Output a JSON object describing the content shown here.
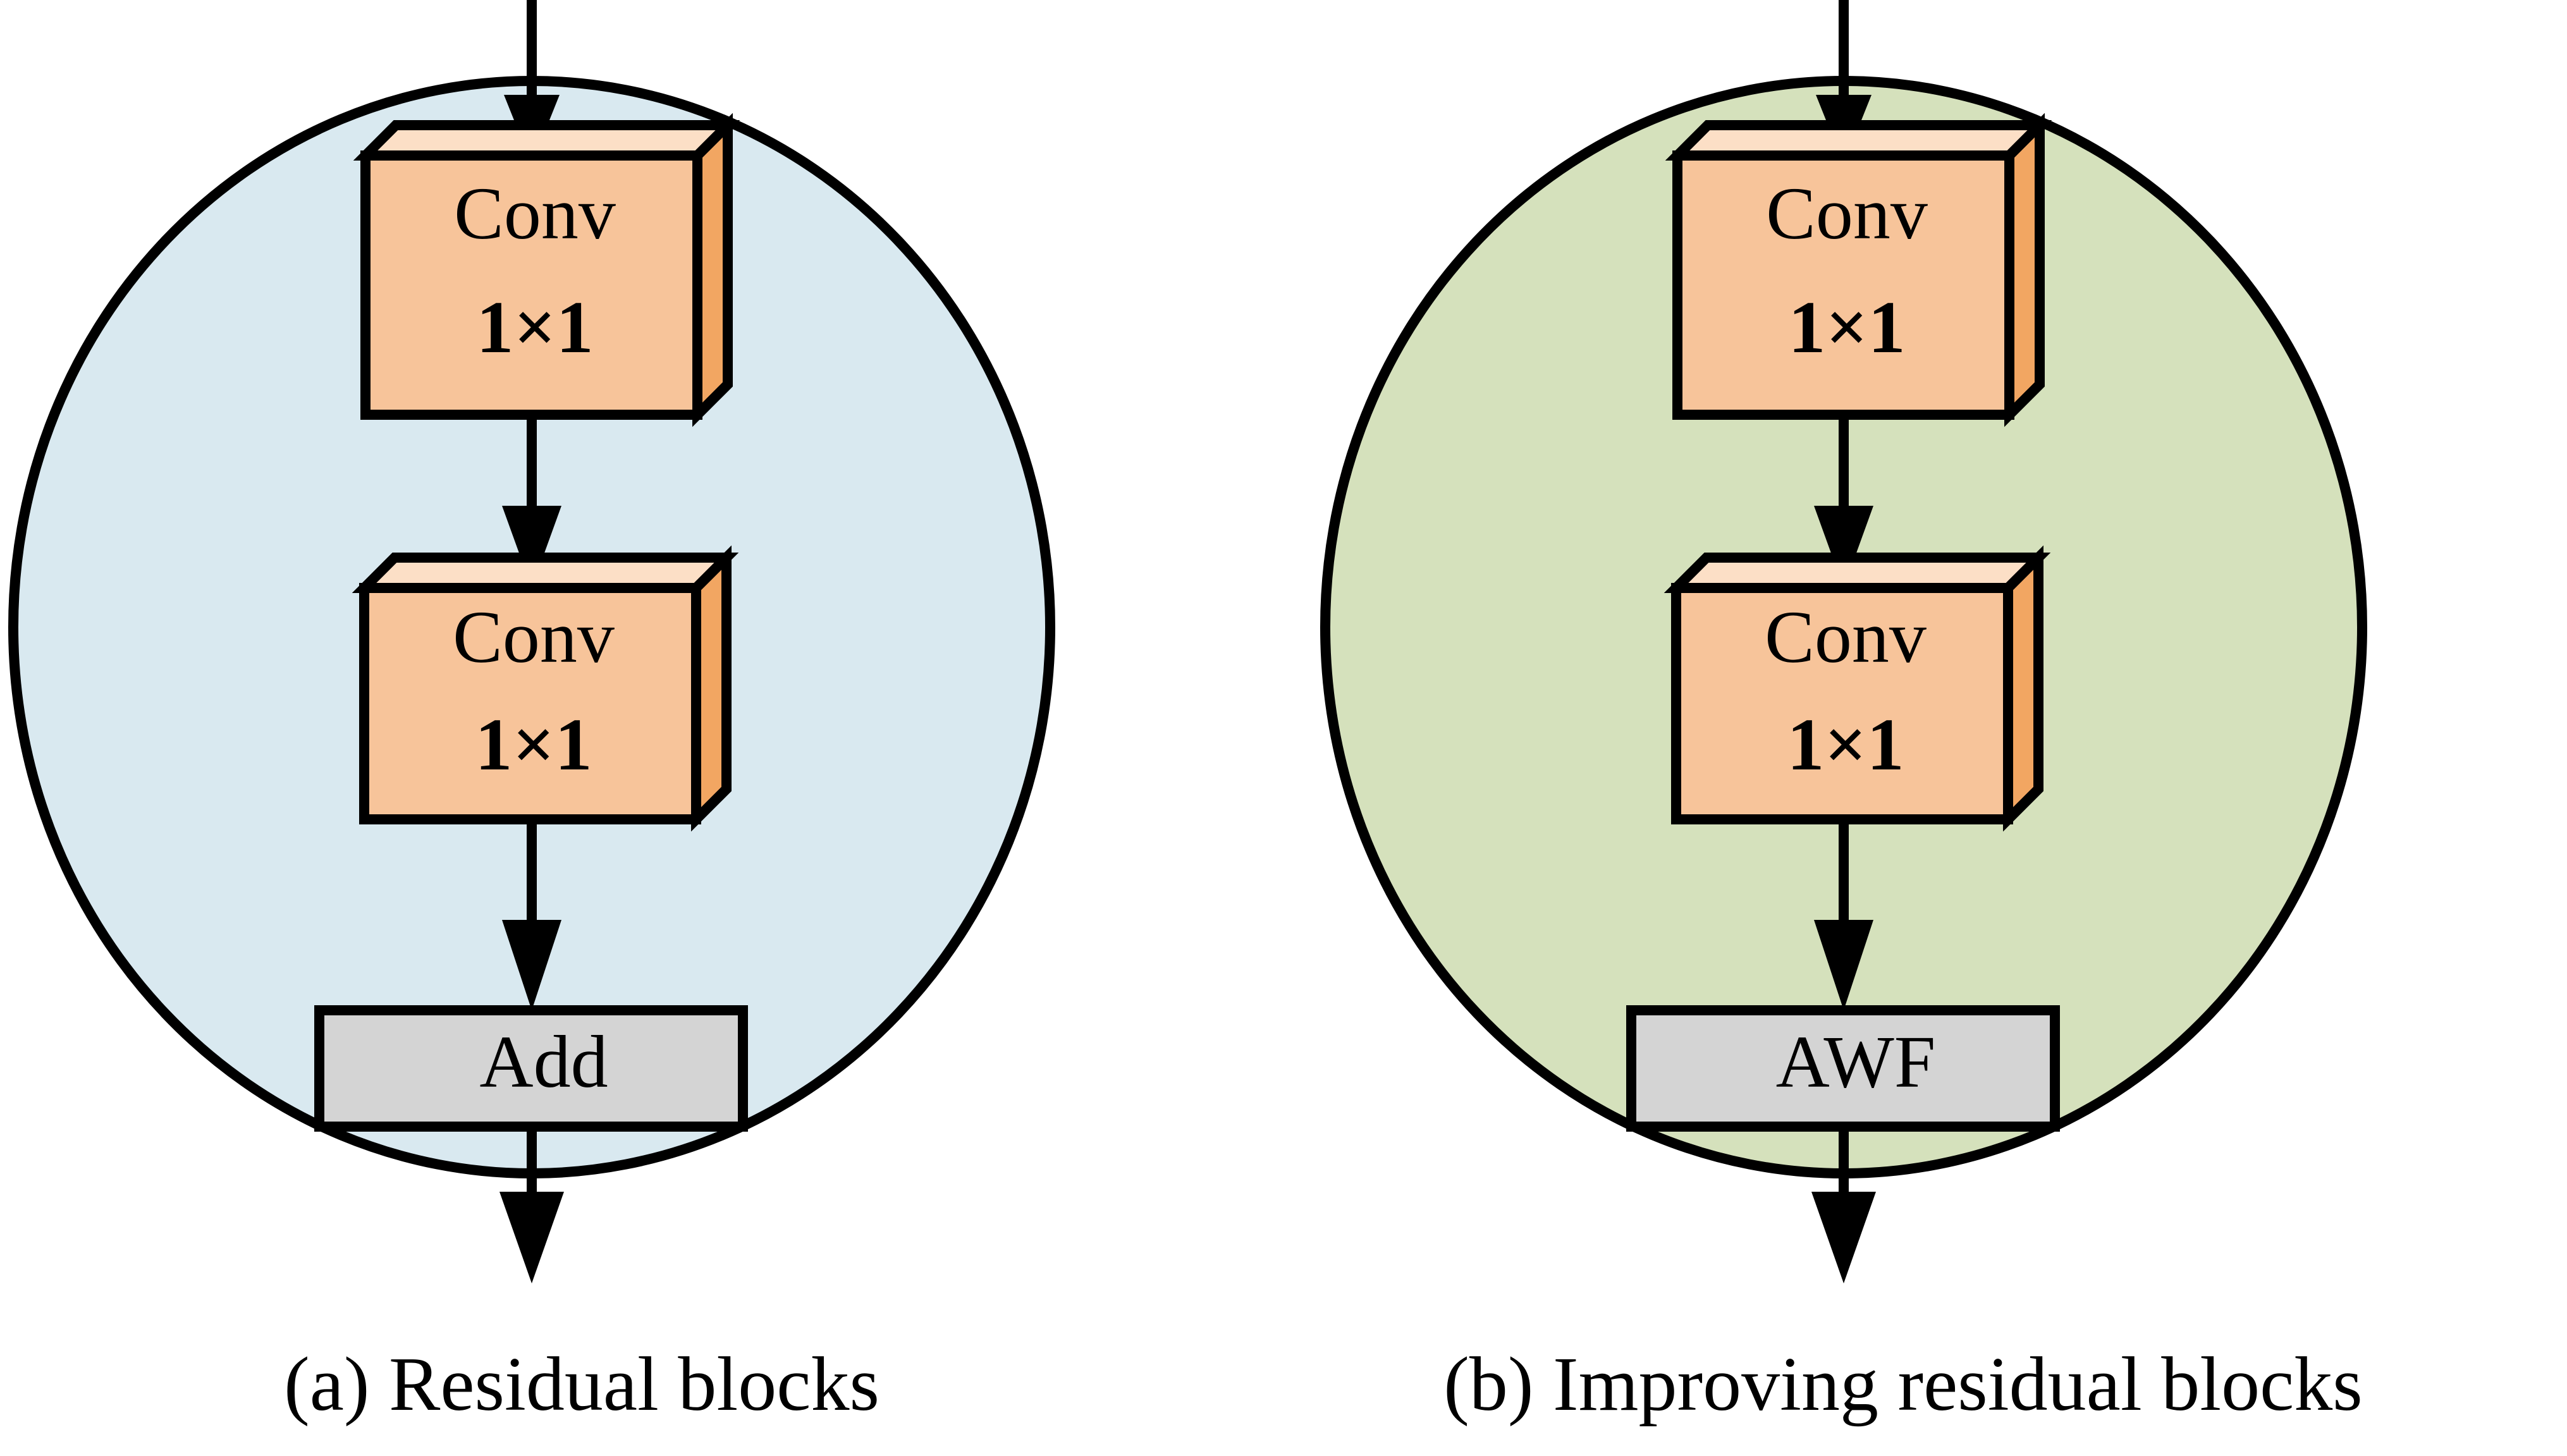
{
  "figure": {
    "background_color": "#ffffff",
    "outline_color": "#000000",
    "panels": [
      {
        "id": "panel-a",
        "caption": "(a) Residual blocks",
        "circle_fill": "#d9e9f0",
        "blocks": [
          {
            "id": "conv-1",
            "line1": "Conv",
            "line2": "1×1",
            "shape": "cube-3d",
            "face_color": "#f7c49a",
            "top_color": "#fcdfc6",
            "side_color": "#f2a662"
          },
          {
            "id": "conv-2",
            "line1": "Conv",
            "line2": "1×1",
            "shape": "cube-3d",
            "face_color": "#f7c49a",
            "top_color": "#fcdfc6",
            "side_color": "#f2a662"
          },
          {
            "id": "op-block",
            "line1": "Add",
            "line2": "",
            "shape": "rect",
            "face_color": "#d4d4d4",
            "top_color": "",
            "side_color": ""
          }
        ],
        "arrows": [
          {
            "id": "arrow-in",
            "from": "input",
            "to": "conv-1"
          },
          {
            "id": "arrow-conv1-conv2",
            "from": "conv-1",
            "to": "conv-2"
          },
          {
            "id": "arrow-conv2-op",
            "from": "conv-2",
            "to": "op-block"
          },
          {
            "id": "arrow-out",
            "from": "op-block",
            "to": "output"
          }
        ]
      },
      {
        "id": "panel-b",
        "caption": "(b) Improving residual blocks",
        "circle_fill": "#d5e1bc",
        "blocks": [
          {
            "id": "conv-1",
            "line1": "Conv",
            "line2": "1×1",
            "shape": "cube-3d",
            "face_color": "#f7c49a",
            "top_color": "#fcdfc6",
            "side_color": "#f2a662"
          },
          {
            "id": "conv-2",
            "line1": "Conv",
            "line2": "1×1",
            "shape": "cube-3d",
            "face_color": "#f7c49a",
            "top_color": "#fcdfc6",
            "side_color": "#f2a662"
          },
          {
            "id": "op-block",
            "line1": "AWF",
            "line2": "",
            "shape": "rect",
            "face_color": "#d4d4d4",
            "top_color": "",
            "side_color": ""
          }
        ],
        "arrows": [
          {
            "id": "arrow-in",
            "from": "input",
            "to": "conv-1"
          },
          {
            "id": "arrow-conv1-conv2",
            "from": "conv-1",
            "to": "conv-2"
          },
          {
            "id": "arrow-conv2-op",
            "from": "conv-2",
            "to": "op-block"
          },
          {
            "id": "arrow-out",
            "from": "op-block",
            "to": "output"
          }
        ]
      }
    ]
  }
}
